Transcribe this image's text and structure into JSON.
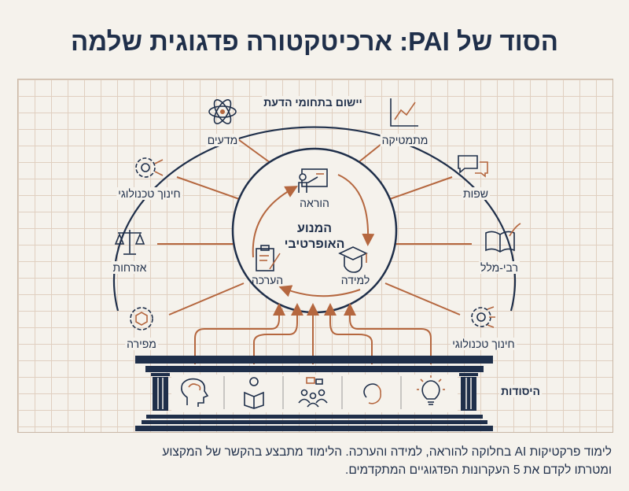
{
  "title": "הסוד של PAI: ארכיטקטורה פדגוגית שלמה",
  "arc_label": "יישום בתחומי הדעת",
  "engine": {
    "line1": "המנוע",
    "line2": "האופרטיבי"
  },
  "cycle": {
    "teaching": "הוראה",
    "learning": "למידה",
    "assessment": "הערכה"
  },
  "domains": {
    "science": "מדעים",
    "math": "מתמטיקה",
    "tech_left": "חינוך טכנולוגי",
    "languages": "שפות",
    "civics": "אזרחות",
    "multitext": "רבי-מלל",
    "mapira": "מפירה",
    "tech_right": "חינוך טכנולוגי"
  },
  "foundations_label": "היסודות",
  "foundation_icons": [
    "brain-head-icon",
    "reading-person-icon",
    "group-discussion-icon",
    "cycle-arrows-icon",
    "lightbulb-icon"
  ],
  "caption": {
    "line1": "לימוד פרקטיקות AI בחלוקה להוראה, למידה והערכה. הלימוד מתבצע בהקשר של המקצוע",
    "line2": "ומטרתו לקדם את 5 העקרונות הפדגוגיים המתקדמים."
  },
  "colors": {
    "navy": "#1f2f4a",
    "accent": "#b5673f",
    "background": "#f5f2ec"
  }
}
